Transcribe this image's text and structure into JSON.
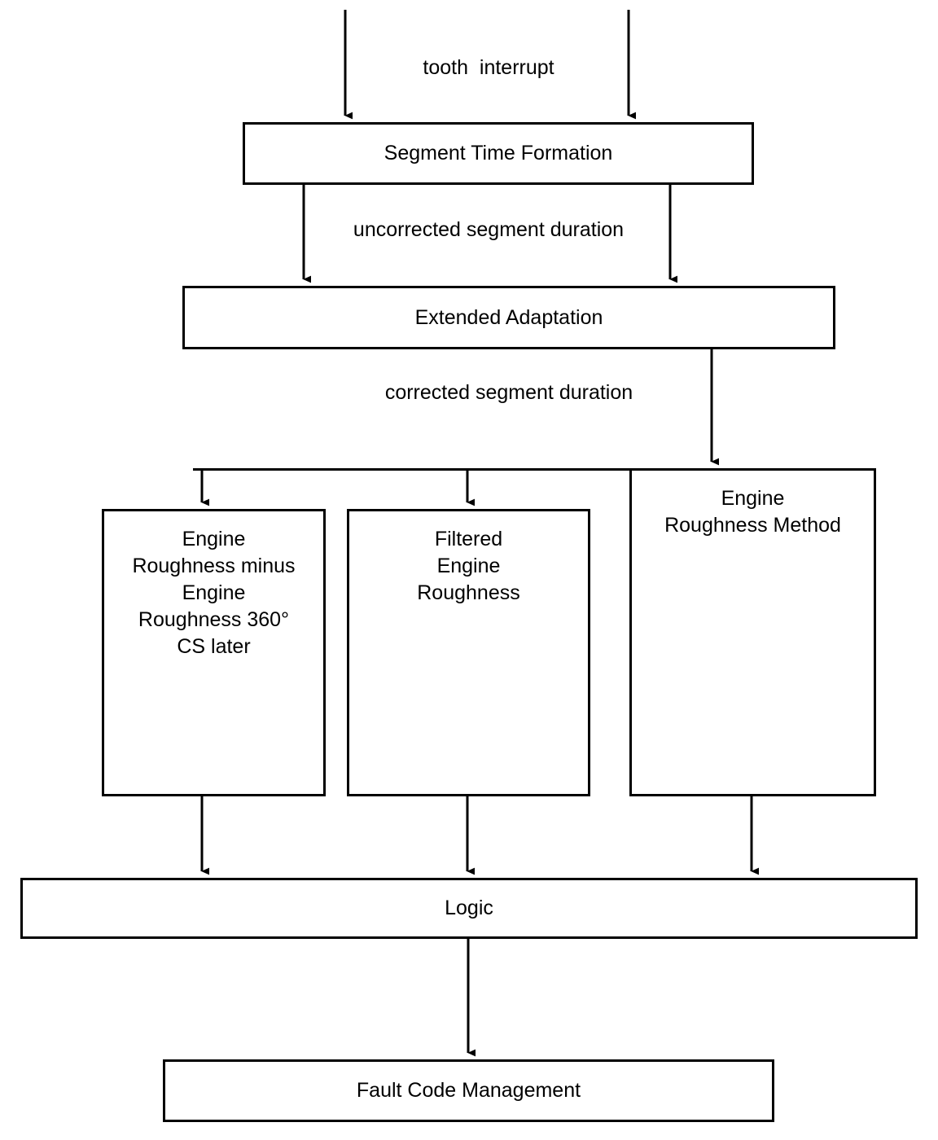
{
  "diagram": {
    "type": "flowchart",
    "orientation": "top-to-bottom",
    "background_color": "#ffffff",
    "line_color": "#000000",
    "text_color": "#000000",
    "nodes": [
      {
        "id": "segment-time-formation",
        "label": "Segment Time Formation"
      },
      {
        "id": "extended-adaptation",
        "label": "Extended Adaptation"
      },
      {
        "id": "engine-roughness-method",
        "label": "Engine\nRoughness Method"
      },
      {
        "id": "engine-roughness-minus",
        "label": "Engine\nRoughness minus\nEngine\nRoughness 360°\nCS later"
      },
      {
        "id": "filtered-engine-roughness",
        "label": "Filtered\nEngine\nRoughness"
      },
      {
        "id": "logic",
        "label": "Logic"
      },
      {
        "id": "fault-code-management",
        "label": "Fault Code Management"
      }
    ],
    "edge_labels": [
      {
        "id": "tooth-interrupt",
        "text": "tooth  interrupt"
      },
      {
        "id": "uncorrected-segment-duration",
        "text": "uncorrected segment duration"
      },
      {
        "id": "corrected-segment-duration",
        "text": "corrected segment duration"
      }
    ]
  }
}
